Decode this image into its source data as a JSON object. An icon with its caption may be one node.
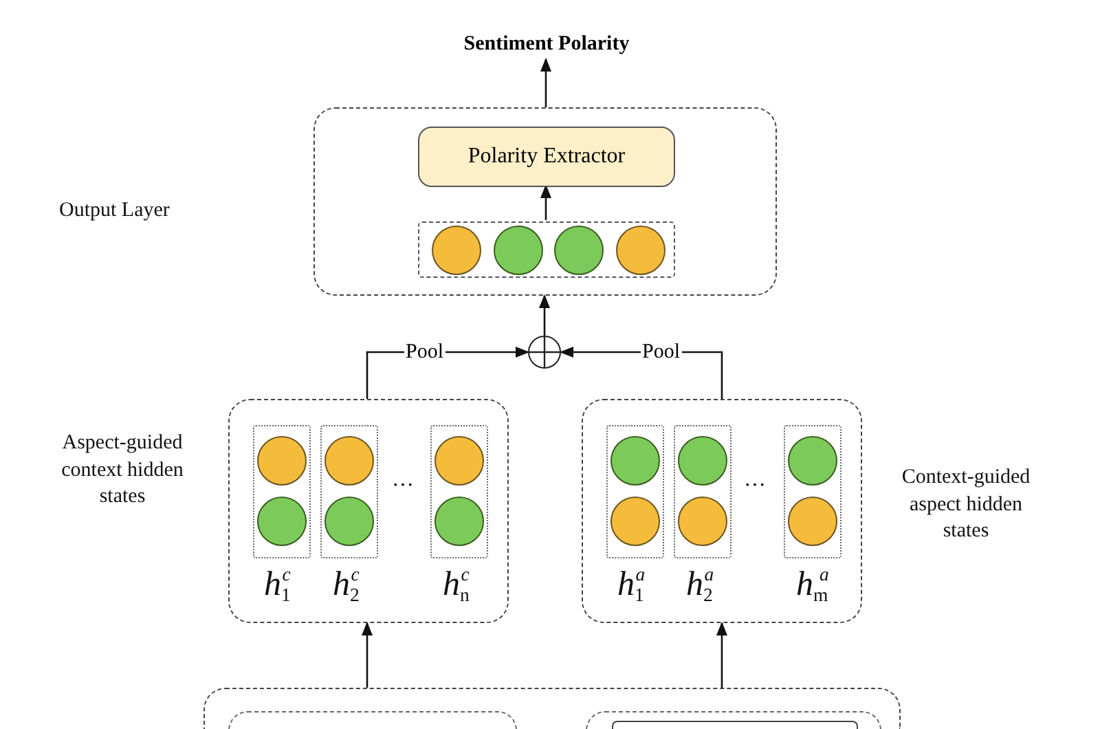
{
  "diagram": {
    "nodes": [
      {
        "text": [
          "Sentiment Polarity"
        ]
      },
      {
        "text": [],
        "shape": "box"
      },
      {
        "text": [
          "Polarity Extractor"
        ],
        "in": 1
      },
      {
        "text": [],
        "shape": "box",
        "in": 1
      },
      {
        "text": [],
        "shape": "circle"
      },
      {
        "text": [
          "*h*$_{1}$$^{c}$",
          "*h*$_{2}$$^{c}$",
          "*h*$_{n}$$^{c}$"
        ],
        "beside": [
          "Aspect-guided context hidden states"
        ]
      },
      {
        "text": [
          "*h*$_{1}$$^{a}$",
          "*h*$_{2}$$^{a}$",
          "*h*$_{m}$$^{a}$"
        ],
        "beside": [
          "Context-guided aspect hidden states"
        ]
      },
      {
        "text": [],
        "shape": "box"
      },
      {
        "text": [],
        "shape": "box",
        "in": 7
      },
      {
        "text": [],
        "shape": "box",
        "in": 7
      },
      {
        "text": [],
        "shape": "box",
        "in": 9
      }
    ],
    "edges": [
      {
        "from": 1,
        "to": 0,
        "arrow": "to"
      },
      {
        "from": 3,
        "to": 2,
        "arrow": "to"
      },
      {
        "from": 4,
        "to": 1,
        "arrow": "to"
      },
      {
        "from": 5,
        "to": 4,
        "arrow": "to",
        "label": "Pool"
      },
      {
        "from": 6,
        "to": 4,
        "arrow": "to",
        "label": "Pool"
      },
      {
        "from": 7,
        "to": 5,
        "arrow": "to"
      },
      {
        "from": 7,
        "to": 6,
        "arrow": "to"
      }
    ],
    "labels": [
      "Output Layer",
      "…",
      "…"
    ]
  }
}
